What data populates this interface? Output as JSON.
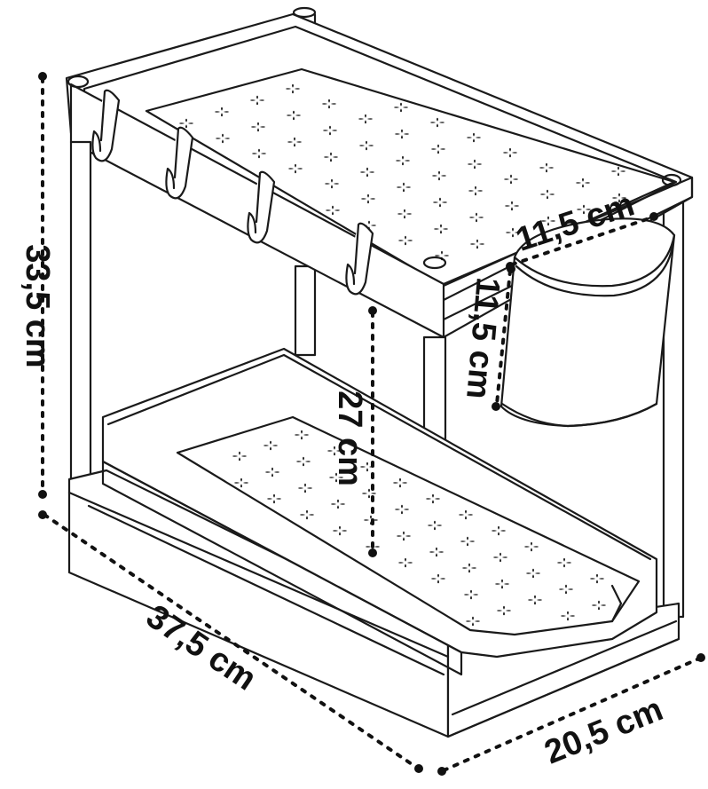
{
  "dimensions": {
    "height_total": "33,5 cm",
    "width": "37,5 cm",
    "depth": "20,5 cm",
    "inner_height": "27 cm",
    "cup_width": "11,5 cm",
    "cup_height": "11,5 cm"
  },
  "colors": {
    "line": "#1a1a1a",
    "background": "#ffffff"
  },
  "icons": [
    "hook-icon",
    "cup-icon",
    "flower-pattern-icon"
  ]
}
